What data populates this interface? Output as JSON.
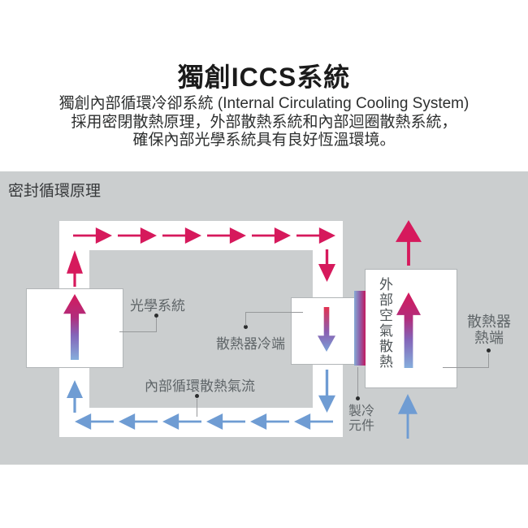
{
  "header": {
    "title": "獨創ICCS系統",
    "description": [
      "獨創內部循環冷卻系統 (Internal Circulating Cooling System)",
      "採用密閉散熱原理，外部散熱系統和內部迴圈散熱系統，",
      "確保內部光學系統具有良好恆溫環境。"
    ]
  },
  "diagram": {
    "section_title": "密封循環原理",
    "labels": {
      "optical_system": "光學系統",
      "radiator_cold_end": "散熱器冷端",
      "internal_airflow": "內部循環散熱氣流",
      "cooling_element": "製冷\n元件",
      "radiator_hot_end": "散熱器\n熱端",
      "external_air_heat_dissipation": "外部空氣散熱"
    },
    "colors": {
      "hot_flow": "#d6195c",
      "cold_flow": "#6f9cd3",
      "panel_background": "#cbcecf",
      "gradient_hot": "#d4195c",
      "gradient_cold": "#85aedc"
    }
  }
}
